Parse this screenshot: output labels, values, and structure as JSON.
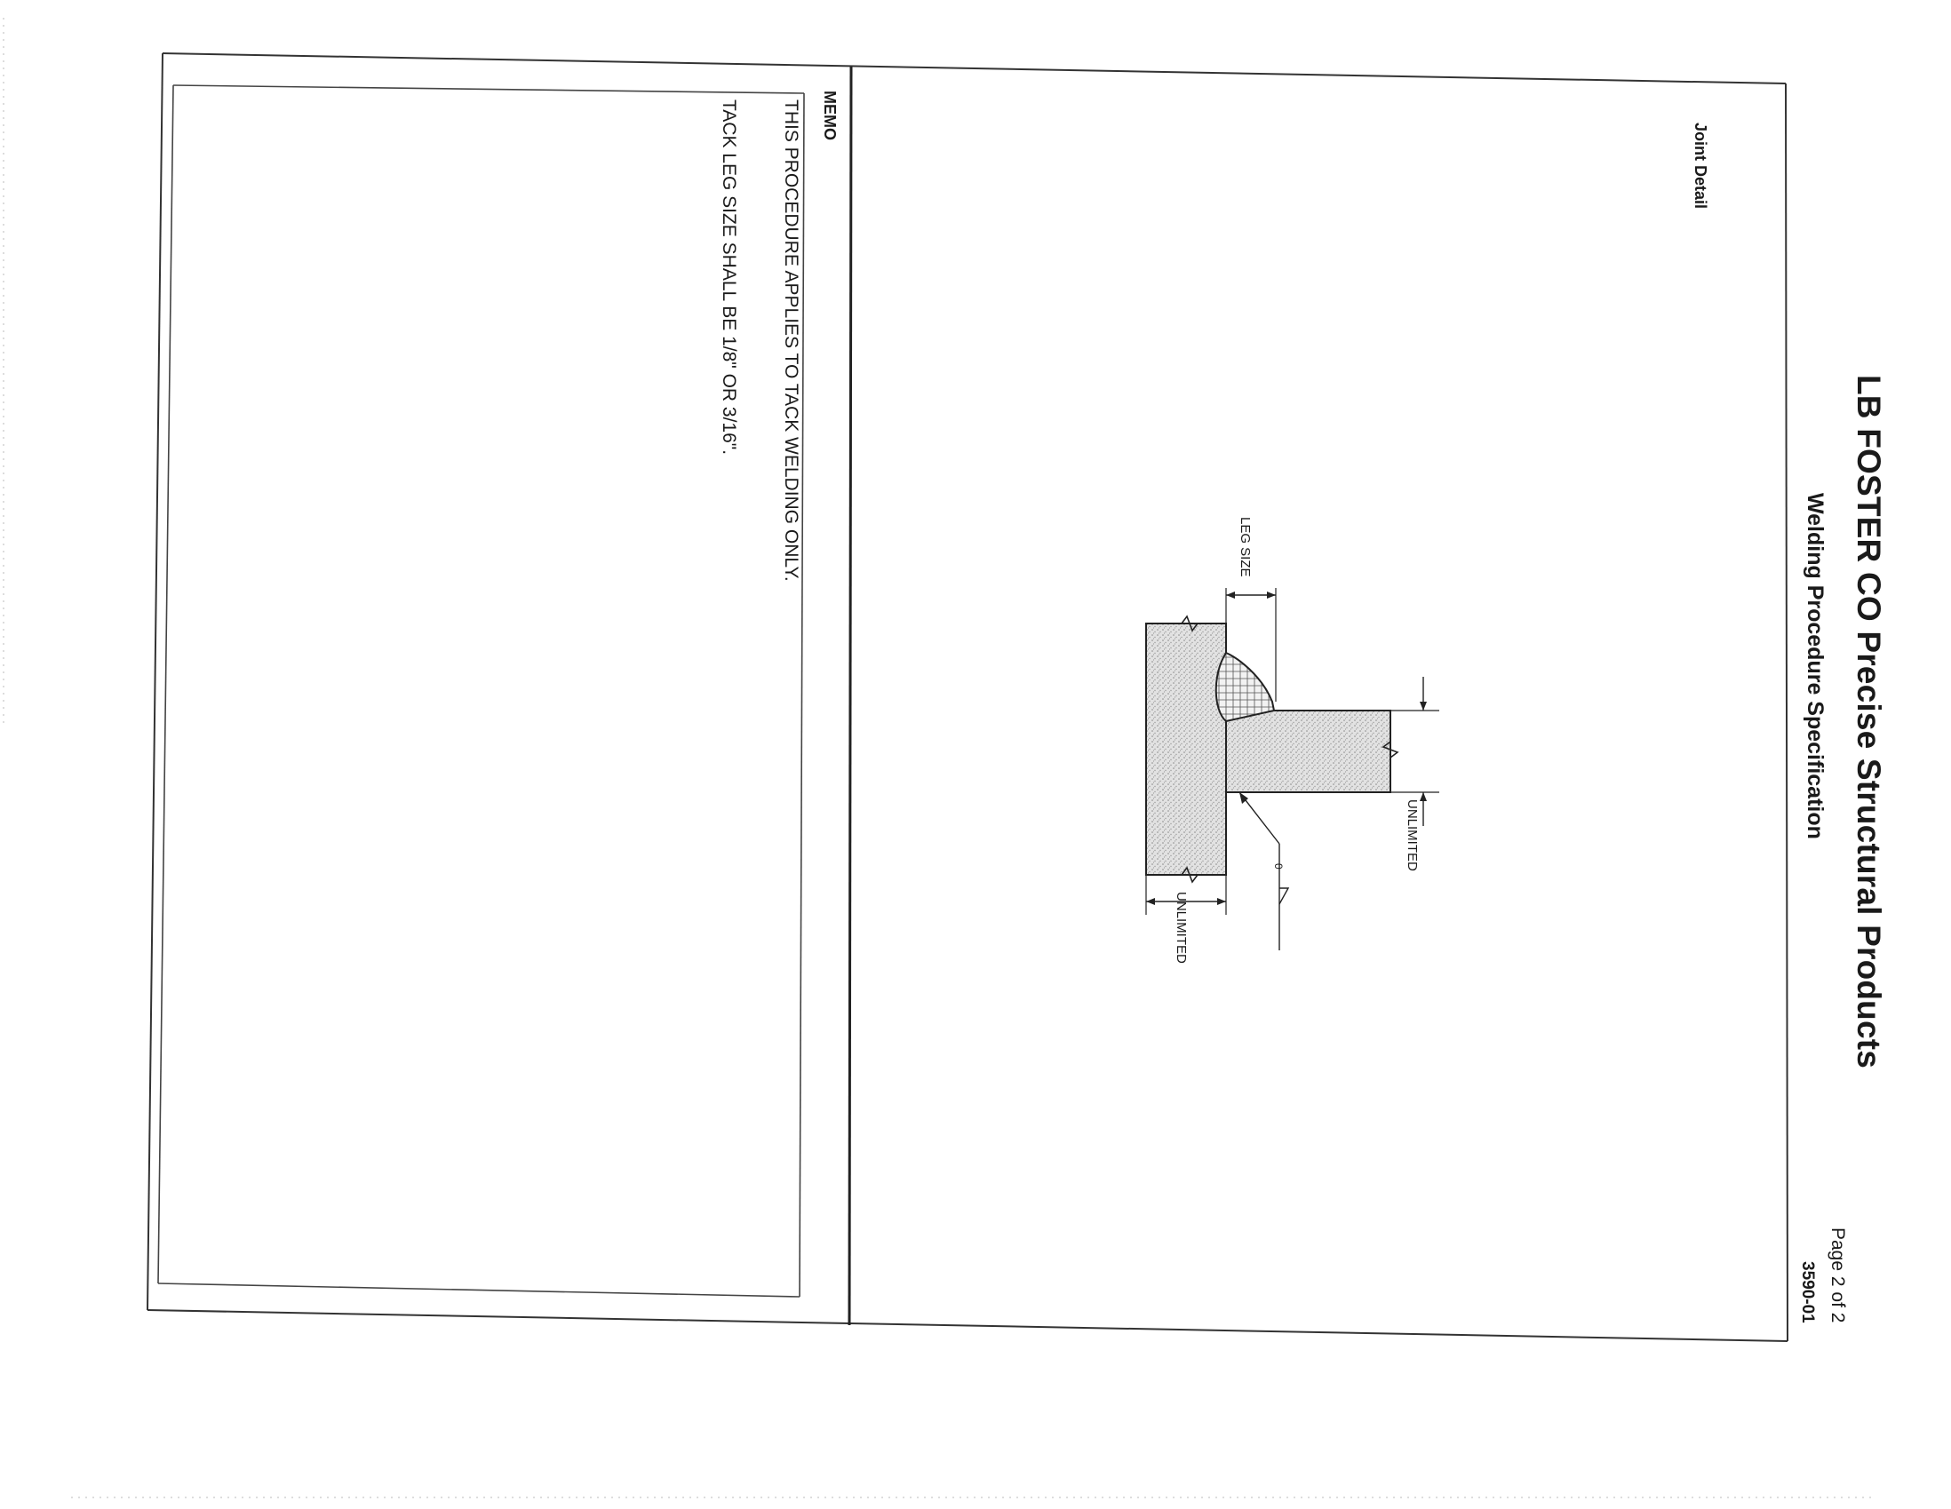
{
  "header": {
    "company": "LB FOSTER CO Precise Structural Products",
    "subtitle": "Welding Procedure Specification",
    "page_label": "Page 2 of 2",
    "doc_number": "3590-01"
  },
  "joint_detail": {
    "title": "Joint Detail",
    "leg_size_label": "LEG SIZE",
    "unlimited_label_1": "UNLIMITED",
    "unlimited_label_2": "UNLIMITED",
    "angle_label": "0"
  },
  "memo": {
    "title": "MEMO",
    "lines": [
      "THIS PROCEDURE APPLIES TO TACK WELDING ONLY.",
      "TACK LEG SIZE SHALL BE 1/8\" OR 3/16\"."
    ]
  },
  "colors": {
    "ink": "#1a1a1a",
    "metal_fill": "#d9d9d9"
  }
}
